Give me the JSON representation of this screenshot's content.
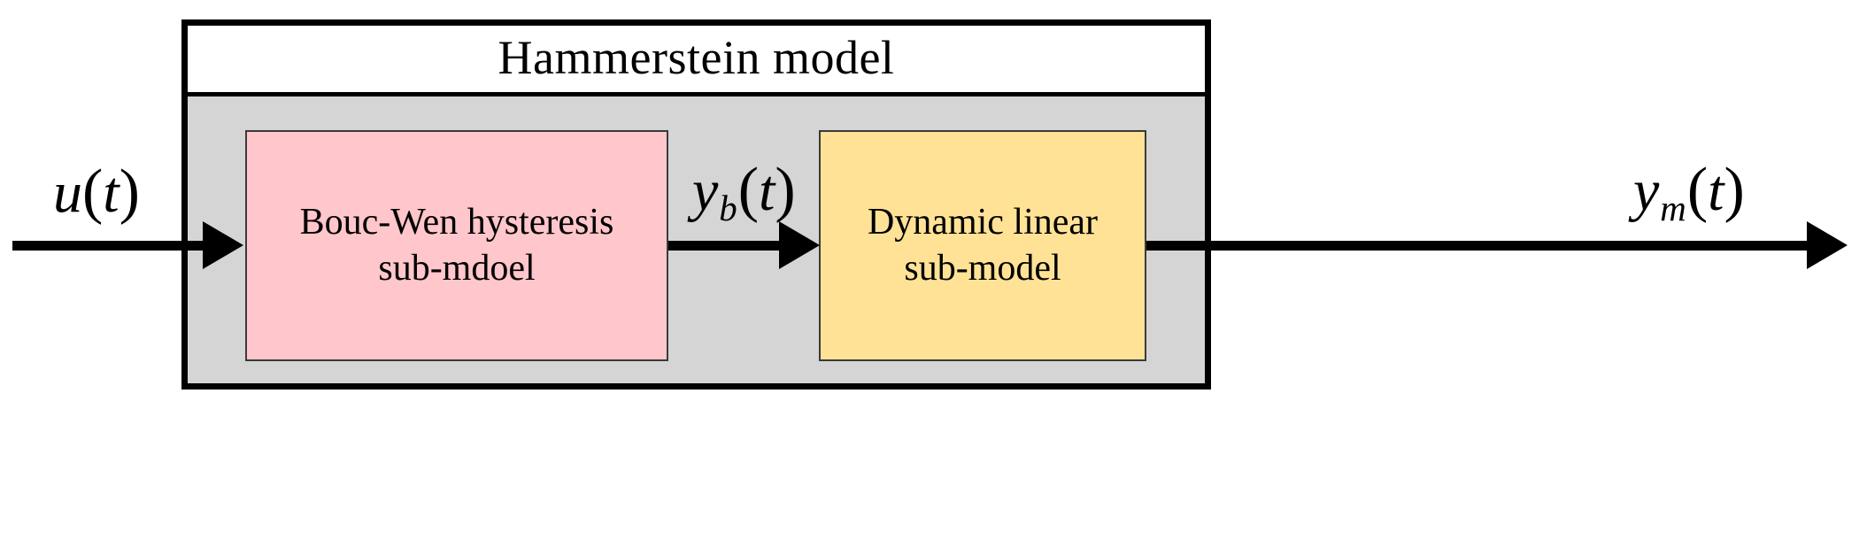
{
  "diagram": {
    "title": "Hammerstein model",
    "outer_box": {
      "label": "Hammerstein model",
      "border_color": "#000000",
      "header_background": "#ffffff",
      "body_background": "#d5d5d5"
    },
    "blocks": [
      {
        "id": "bouc-wen",
        "line1": "Bouc-Wen hysteresis",
        "line2": "sub-mdoel",
        "fill_color": "#ffc6cb",
        "border_color": "#3a3a3a"
      },
      {
        "id": "dynamic-linear",
        "line1": "Dynamic linear",
        "line2": "sub-model",
        "fill_color": "#ffe296",
        "border_color": "#3a3a3a"
      }
    ],
    "signals": [
      {
        "id": "input",
        "base": "u",
        "subscript": "",
        "open_paren": "(",
        "arg": "t",
        "close_paren": ")"
      },
      {
        "id": "intermediate",
        "base": "y",
        "subscript": "b",
        "open_paren": "(",
        "arg": "t",
        "close_paren": ")"
      },
      {
        "id": "output",
        "base": "y",
        "subscript": "m",
        "open_paren": "(",
        "arg": "t",
        "close_paren": ")"
      }
    ],
    "arrows": [
      {
        "id": "input-arrow",
        "direction": "right"
      },
      {
        "id": "intermediate-arrow",
        "direction": "right"
      },
      {
        "id": "output-arrow",
        "direction": "right"
      }
    ]
  }
}
